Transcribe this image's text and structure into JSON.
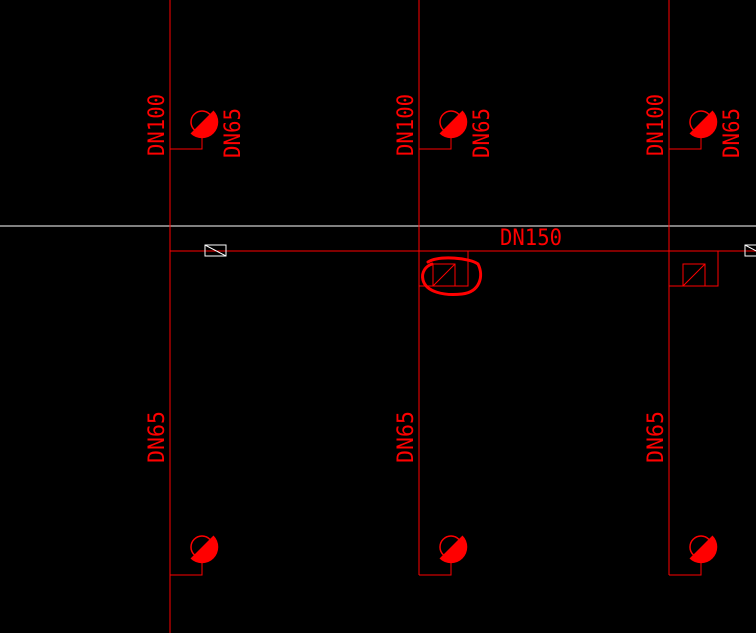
{
  "drawing": {
    "background": "#000000",
    "line_color": "#ff0000",
    "ref_line_color": "#ffffff",
    "main_pipe_label": "DN150",
    "upper_branch_label": "DN100",
    "hydrant_branch_label": "DN65",
    "lower_riser_label": "DN65"
  },
  "symbols": {
    "hydrant": "fire-hydrant-icon",
    "valve": "valve-icon",
    "marked_valve": "circled-valve-icon"
  }
}
